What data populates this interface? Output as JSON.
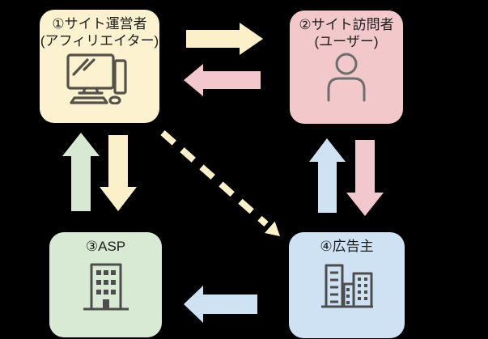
{
  "diagram": {
    "background_color": "#000000",
    "text_color": "#1c1c1c",
    "nodes": [
      {
        "id": "site-operator",
        "label_line1": "①サイト運営者",
        "label_line2": "(アフィリエイター)",
        "fill": "#FCF2CF",
        "icon": "desktop-computer-icon"
      },
      {
        "id": "site-visitor",
        "label_line1": "②サイト訪問者",
        "label_line2": "(ユーザー)",
        "fill": "#F3C8CA",
        "icon": "person-icon"
      },
      {
        "id": "asp",
        "label_line1": "③ASP",
        "fill": "#D8EAD3",
        "icon": "office-building-icon"
      },
      {
        "id": "advertiser",
        "label_line1": "④広告主",
        "fill": "#CFE2F3",
        "icon": "city-buildings-icon"
      }
    ],
    "arrows": [
      {
        "from": "site-operator",
        "to": "site-visitor",
        "direction": "right",
        "style": "solid",
        "color": "#FCF0CB"
      },
      {
        "from": "site-visitor",
        "to": "site-operator",
        "direction": "left",
        "style": "solid",
        "color": "#F3C8CC"
      },
      {
        "from": "asp",
        "to": "site-operator",
        "direction": "up",
        "style": "solid",
        "color": "#D7E9D2"
      },
      {
        "from": "site-operator",
        "to": "asp",
        "direction": "down",
        "style": "solid",
        "color": "#FCF0CB"
      },
      {
        "from": "advertiser",
        "to": "site-visitor",
        "direction": "up",
        "style": "solid",
        "color": "#CFE2F3"
      },
      {
        "from": "site-visitor",
        "to": "advertiser",
        "direction": "down",
        "style": "solid",
        "color": "#F3C8CC"
      },
      {
        "from": "advertiser",
        "to": "asp",
        "direction": "left",
        "style": "solid",
        "color": "#CFE2F3"
      },
      {
        "from": "site-operator",
        "to": "advertiser",
        "direction": "diagonal-down-right",
        "style": "dashed",
        "color": "#FCF0CB"
      }
    ]
  }
}
